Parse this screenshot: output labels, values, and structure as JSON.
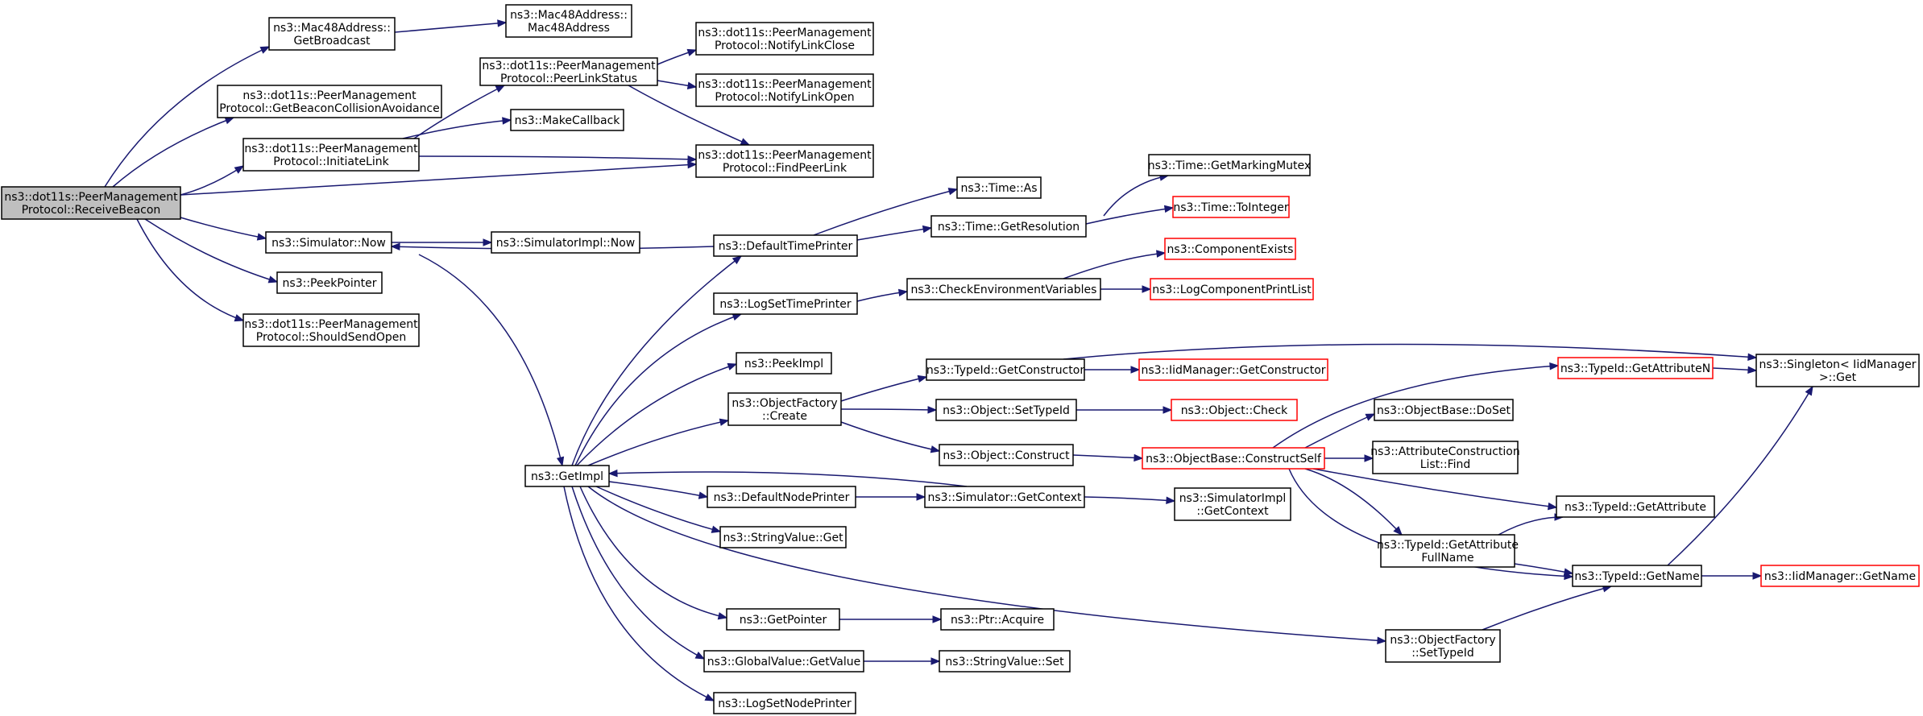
{
  "graph": {
    "edge_color": "#191970",
    "incomplete_color": "#ff0000",
    "root_fill": "#bfbfbf",
    "nodes": {
      "receiveBeacon": {
        "lines": [
          "ns3::dot11s::PeerManagement",
          "Protocol::ReceiveBeacon"
        ],
        "root": true
      },
      "getBroadcast": {
        "lines": [
          "ns3::Mac48Address::",
          "GetBroadcast"
        ]
      },
      "mac48": {
        "lines": [
          "ns3::Mac48Address::",
          "Mac48Address"
        ]
      },
      "getBeaconColl": {
        "lines": [
          "ns3::dot11s::PeerManagement",
          "Protocol::GetBeaconCollisionAvoidance"
        ]
      },
      "peerLinkStatus": {
        "lines": [
          "ns3::dot11s::PeerManagement",
          "Protocol::PeerLinkStatus"
        ]
      },
      "notifyClose": {
        "lines": [
          "ns3::dot11s::PeerManagement",
          "Protocol::NotifyLinkClose"
        ]
      },
      "notifyOpen": {
        "lines": [
          "ns3::dot11s::PeerManagement",
          "Protocol::NotifyLinkOpen"
        ]
      },
      "initiateLink": {
        "lines": [
          "ns3::dot11s::PeerManagement",
          "Protocol::InitiateLink"
        ]
      },
      "makeCallback": {
        "lines": [
          "ns3::MakeCallback"
        ]
      },
      "findPeerLink": {
        "lines": [
          "ns3::dot11s::PeerManagement",
          "Protocol::FindPeerLink"
        ]
      },
      "simNow": {
        "lines": [
          "ns3::Simulator::Now"
        ]
      },
      "simImplNow": {
        "lines": [
          "ns3::SimulatorImpl::Now"
        ]
      },
      "peekPointer": {
        "lines": [
          "ns3::PeekPointer"
        ]
      },
      "shouldSendOpen": {
        "lines": [
          "ns3::dot11s::PeerManagement",
          "Protocol::ShouldSendOpen"
        ]
      },
      "getImpl": {
        "lines": [
          "ns3::GetImpl"
        ]
      },
      "defaultTimePrinter": {
        "lines": [
          "ns3::DefaultTimePrinter"
        ]
      },
      "timeAs": {
        "lines": [
          "ns3::Time::As"
        ]
      },
      "getResolution": {
        "lines": [
          "ns3::Time::GetResolution"
        ]
      },
      "getMarkingMutex": {
        "lines": [
          "ns3::Time::GetMarkingMutex"
        ]
      },
      "toInteger": {
        "lines": [
          "ns3::Time::ToInteger"
        ],
        "red": true
      },
      "logSetTimePrinter": {
        "lines": [
          "ns3::LogSetTimePrinter"
        ]
      },
      "checkEnv": {
        "lines": [
          "ns3::CheckEnvironmentVariables"
        ]
      },
      "componentExists": {
        "lines": [
          "ns3::ComponentExists"
        ],
        "red": true
      },
      "logComponentPrintList": {
        "lines": [
          "ns3::LogComponentPrintList"
        ],
        "red": true
      },
      "peekImpl": {
        "lines": [
          "ns3::PeekImpl"
        ]
      },
      "objFactoryCreate": {
        "lines": [
          "ns3::ObjectFactory",
          "::Create"
        ]
      },
      "typeIdGetConstructor": {
        "lines": [
          "ns3::TypeId::GetConstructor"
        ]
      },
      "iidGetConstructor": {
        "lines": [
          "ns3::IidManager::GetConstructor"
        ],
        "red": true
      },
      "objSetTypeId": {
        "lines": [
          "ns3::Object::SetTypeId"
        ]
      },
      "objCheck": {
        "lines": [
          "ns3::Object::Check"
        ],
        "red": true
      },
      "objConstruct": {
        "lines": [
          "ns3::Object::Construct"
        ]
      },
      "constructSelf": {
        "lines": [
          "ns3::ObjectBase::ConstructSelf"
        ],
        "red": true
      },
      "getAttributeN": {
        "lines": [
          "ns3::TypeId::GetAttributeN"
        ],
        "red": true
      },
      "singletonGet": {
        "lines": [
          "ns3::Singleton< IidManager",
          " >::Get"
        ]
      },
      "doSet": {
        "lines": [
          "ns3::ObjectBase::DoSet"
        ]
      },
      "attrConstrFind": {
        "lines": [
          "ns3::AttributeConstruction",
          "List::Find"
        ]
      },
      "defaultNodePrinter": {
        "lines": [
          "ns3::DefaultNodePrinter"
        ]
      },
      "simGetContext": {
        "lines": [
          "ns3::Simulator::GetContext"
        ]
      },
      "simImplGetContext": {
        "lines": [
          "ns3::SimulatorImpl",
          "::GetContext"
        ]
      },
      "typeIdGetAttribute": {
        "lines": [
          "ns3::TypeId::GetAttribute"
        ]
      },
      "stringValueGet": {
        "lines": [
          "ns3::StringValue::Get"
        ]
      },
      "getAttrFullName": {
        "lines": [
          "ns3::TypeId::GetAttribute",
          "FullName"
        ]
      },
      "typeIdGetName": {
        "lines": [
          "ns3::TypeId::GetName"
        ]
      },
      "iidGetName": {
        "lines": [
          "ns3::IidManager::GetName"
        ],
        "red": true
      },
      "getPointer": {
        "lines": [
          "ns3::GetPointer"
        ]
      },
      "ptrAcquire": {
        "lines": [
          "ns3::Ptr::Acquire"
        ]
      },
      "objFactorySetTypeId": {
        "lines": [
          "ns3::ObjectFactory",
          "::SetTypeId"
        ]
      },
      "globalGetValue": {
        "lines": [
          "ns3::GlobalValue::GetValue"
        ]
      },
      "stringValueSet": {
        "lines": [
          "ns3::StringValue::Set"
        ]
      },
      "logSetNodePrinter": {
        "lines": [
          "ns3::LogSetNodePrinter"
        ]
      }
    }
  }
}
